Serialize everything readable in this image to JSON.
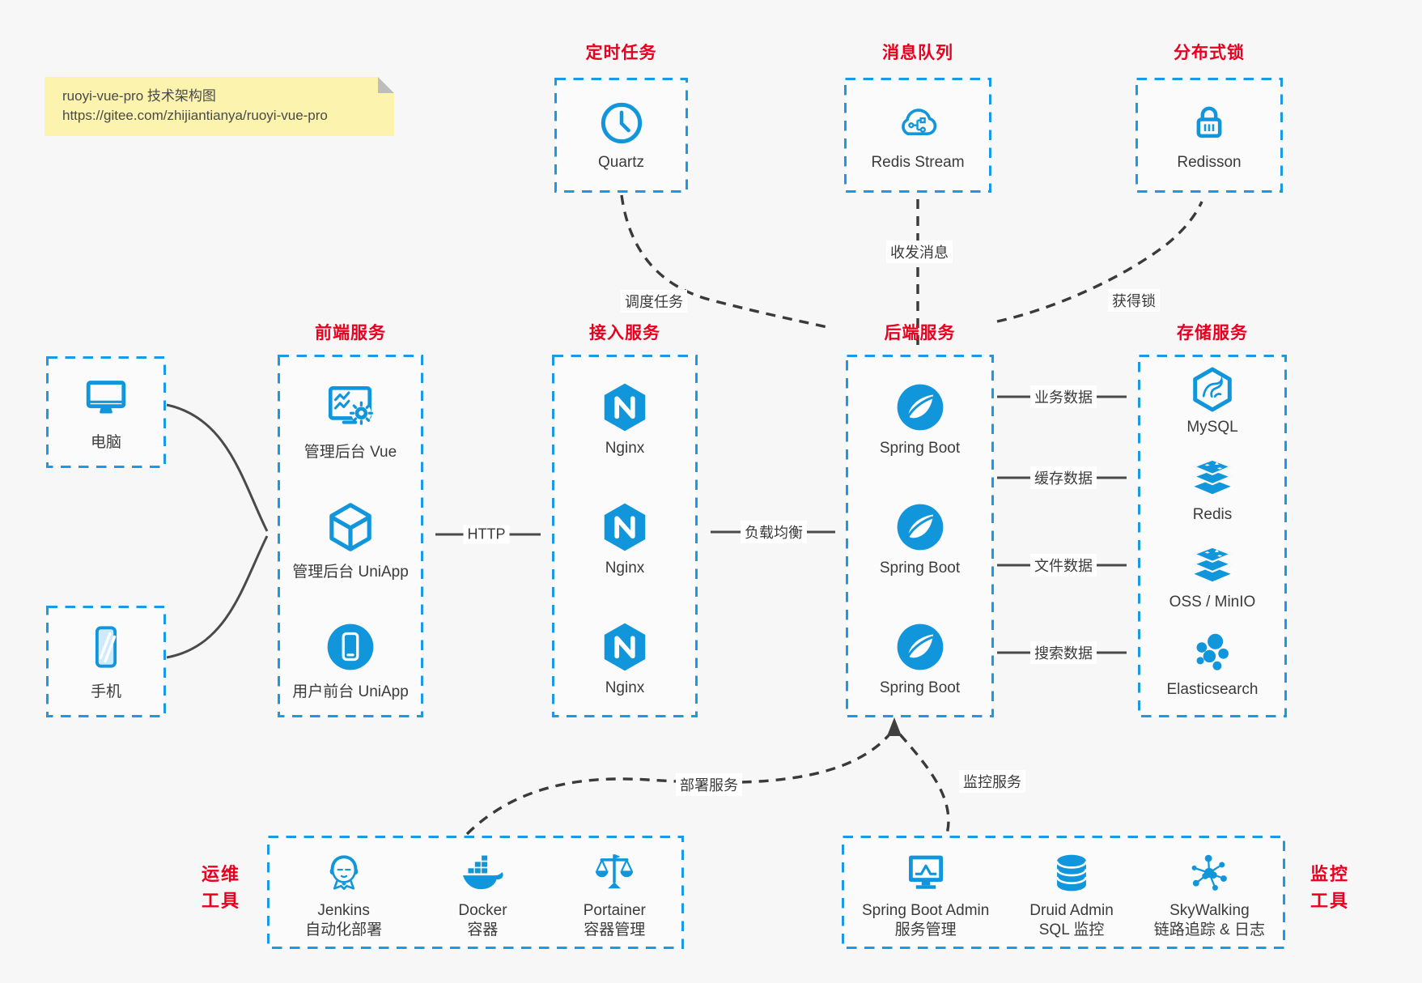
{
  "note": {
    "line1": "ruoyi-vue-pro 技术架构图",
    "line2": "https://gitee.com/zhijiantianya/ruoyi-vue-pro"
  },
  "colors": {
    "icon_blue": "#1296db",
    "box_border_blue": "#1a99e6",
    "title_red": "#e8001f",
    "note_bg": "#fbf3ae",
    "arrow_gray": "#404040",
    "canvas_bg": "#f7f7f8"
  },
  "top_groups": [
    {
      "title": "定时任务",
      "icon": "clock-icon",
      "label": "Quartz"
    },
    {
      "title": "消息队列",
      "icon": "cloud-share-icon",
      "label": "Redis Stream"
    },
    {
      "title": "分布式锁",
      "icon": "lock-icon",
      "label": "Redisson"
    }
  ],
  "clients": [
    {
      "icon": "desktop-icon",
      "label": "电脑"
    },
    {
      "icon": "smartphone-icon",
      "label": "手机"
    }
  ],
  "middle_groups": [
    {
      "title": "前端服务",
      "items": [
        {
          "icon": "admin-vue-icon",
          "label": "管理后台 Vue"
        },
        {
          "icon": "cube-icon",
          "label": "管理后台 UniApp"
        },
        {
          "icon": "mobile-app-icon",
          "label": "用户前台 UniApp"
        }
      ]
    },
    {
      "title": "接入服务",
      "items": [
        {
          "icon": "nginx-icon",
          "label": "Nginx"
        },
        {
          "icon": "nginx-icon",
          "label": "Nginx"
        },
        {
          "icon": "nginx-icon",
          "label": "Nginx"
        }
      ]
    },
    {
      "title": "后端服务",
      "items": [
        {
          "icon": "spring-boot-icon",
          "label": "Spring Boot"
        },
        {
          "icon": "spring-boot-icon",
          "label": "Spring Boot"
        },
        {
          "icon": "spring-boot-icon",
          "label": "Spring Boot"
        }
      ]
    },
    {
      "title": "存储服务",
      "items": [
        {
          "icon": "mysql-icon",
          "label": "MySQL"
        },
        {
          "icon": "redis-icon",
          "label": "Redis"
        },
        {
          "icon": "oss-icon",
          "label": "OSS / MinIO"
        },
        {
          "icon": "elasticsearch-icon",
          "label": "Elasticsearch"
        }
      ]
    }
  ],
  "bottom_groups": [
    {
      "side_line1": "运维",
      "side_line2": "工具",
      "items": [
        {
          "icon": "jenkins-icon",
          "name": "Jenkins",
          "desc": "自动化部署"
        },
        {
          "icon": "docker-icon",
          "name": "Docker",
          "desc": "容器"
        },
        {
          "icon": "portainer-icon",
          "name": "Portainer",
          "desc": "容器管理"
        }
      ]
    },
    {
      "side_line1": "监控",
      "side_line2": "工具",
      "items": [
        {
          "icon": "spring-boot-admin-icon",
          "name": "Spring Boot Admin",
          "desc": "服务管理"
        },
        {
          "icon": "druid-icon",
          "name": "Druid Admin",
          "desc": "SQL 监控"
        },
        {
          "icon": "skywalking-icon",
          "name": "SkyWalking",
          "desc": "链路追踪 & 日志"
        }
      ]
    }
  ],
  "edge_labels": {
    "http": "HTTP",
    "load_balance": "负载均衡",
    "schedule": "调度任务",
    "messages": "收发消息",
    "lock": "获得锁",
    "business_data": "业务数据",
    "cache_data": "缓存数据",
    "file_data": "文件数据",
    "search_data": "搜索数据",
    "deploy": "部署服务",
    "monitor": "监控服务"
  }
}
